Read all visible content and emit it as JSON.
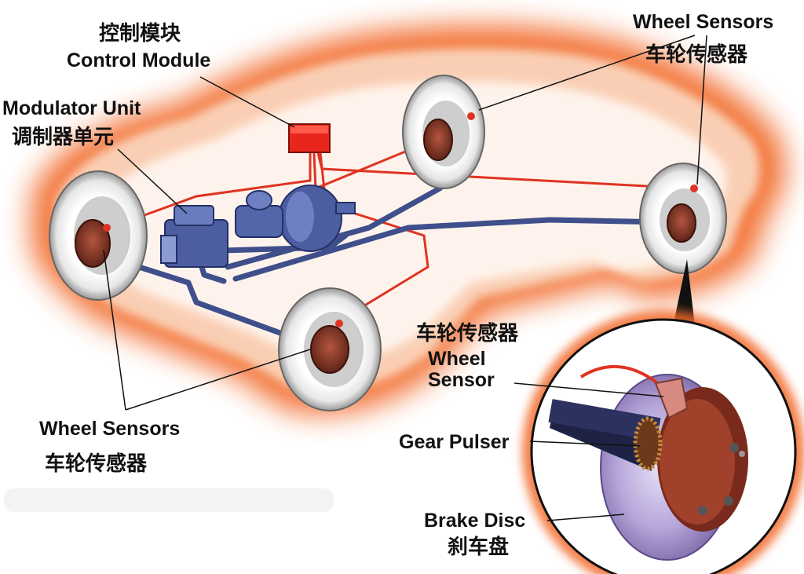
{
  "labels": {
    "control_module_zh": "控制模块",
    "control_module_en": "Control Module",
    "modulator_unit_en": "Modulator Unit",
    "modulator_unit_zh": "调制器单元",
    "wheel_sensors_top_en": "Wheel Sensors",
    "wheel_sensors_top_zh": "车轮传感器",
    "wheel_sensor_mid_zh": "车轮传感器",
    "wheel_sensor_mid_en_1": "Wheel",
    "wheel_sensor_mid_en_2": "Sensor",
    "wheel_sensors_left_en": "Wheel Sensors",
    "wheel_sensors_left_zh": "车轮传感器",
    "gear_pulser_en": "Gear Pulser",
    "brake_disc_en": "Brake Disc",
    "brake_disc_zh": "刹车盘"
  },
  "colors": {
    "car_glow": "#f26a2a",
    "car_body": "#fde6d6",
    "brake_line": "#3f4f8c",
    "sensor_wire": "#e03322",
    "control_module": "#e8261c",
    "caliper": "#8b3a2a",
    "tire": "#f2f2f2",
    "disc": "#b9a9d8"
  }
}
